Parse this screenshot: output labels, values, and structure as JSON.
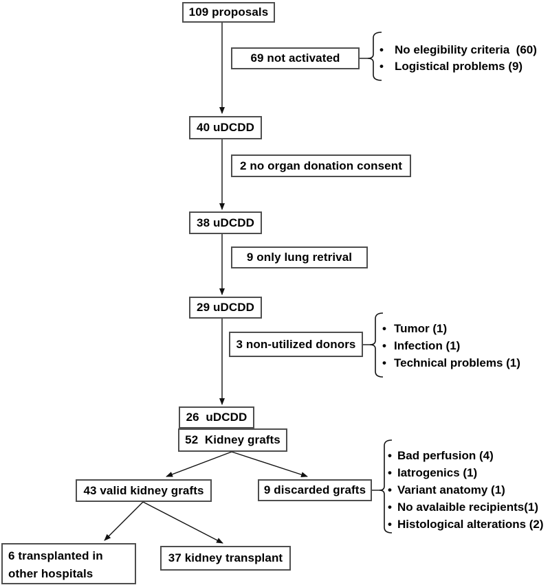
{
  "diagram": {
    "boxes": {
      "proposals": "109 proposals",
      "not_activated": "69 not activated",
      "udcdd_40": "40 uDCDD",
      "no_consent": "2 no organ donation consent",
      "udcdd_38": "38 uDCDD",
      "lung_retrieval": "9 only lung retrival",
      "udcdd_29": "29 uDCDD",
      "non_utilized": "3 non-utilized donors",
      "udcdd_26": "26  uDCDD",
      "kidney_grafts": "52  Kidney grafts",
      "valid_grafts": "43 valid kidney grafts",
      "discarded_grafts": "9 discarded grafts",
      "other_hospitals": "6 transplanted in other hospitals",
      "kidney_transplant": "37 kidney transplant"
    },
    "bullet_char": "•",
    "bullet_lists": {
      "not_activated_reasons": [
        "No elegibility criteria  (60)",
        "Logistical problems (9)"
      ],
      "non_utilized_reasons": [
        "Tumor (1)",
        "Infection (1)",
        "Technical problems (1)"
      ],
      "discarded_reasons": [
        "Bad perfusion (4)",
        "Iatrogenics (1)",
        "Variant anatomy (1)",
        "No avalaible recipients(1)",
        "Histological alterations (2)"
      ]
    },
    "colors": {
      "background": "#ffffff",
      "box_border": "#4d4d4d",
      "text": "#000000",
      "line": "#111111"
    }
  }
}
